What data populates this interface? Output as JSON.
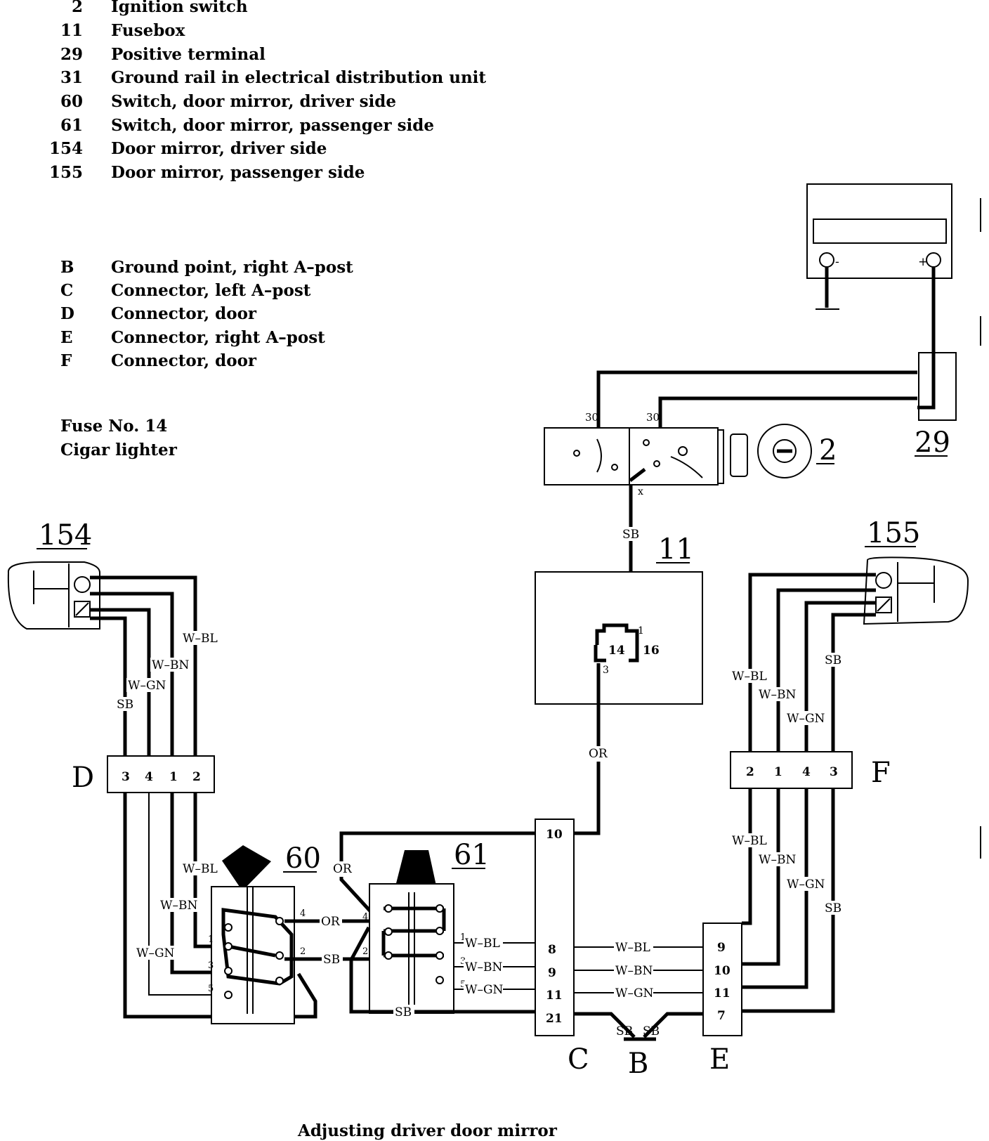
{
  "legend_components": [
    {
      "id": "2",
      "label": "Ignition switch"
    },
    {
      "id": "11",
      "label": "Fusebox"
    },
    {
      "id": "29",
      "label": "Positive terminal"
    },
    {
      "id": "31",
      "label": "Ground rail in electrical distribution unit"
    },
    {
      "id": "60",
      "label": "Switch, door mirror, driver side"
    },
    {
      "id": "61",
      "label": "Switch, door mirror, passenger side"
    },
    {
      "id": "154",
      "label": "Door mirror, driver side"
    },
    {
      "id": "155",
      "label": "Door mirror, passenger side"
    }
  ],
  "legend_connectors": [
    {
      "id": "B",
      "label": "Ground point, right A–post"
    },
    {
      "id": "C",
      "label": "Connector, left A–post"
    },
    {
      "id": "D",
      "label": "Connector, door"
    },
    {
      "id": "E",
      "label": "Connector, right A–post"
    },
    {
      "id": "F",
      "label": "Connector, door"
    }
  ],
  "fuse": {
    "line1": "Fuse No. 14",
    "line2": "Cigar lighter"
  },
  "diagram_title": "Adjusting driver door mirror",
  "component_tags": {
    "c2": "2",
    "c11": "11",
    "c29": "29",
    "c60": "60",
    "c61": "61",
    "c154": "154",
    "c155": "155",
    "cB": "B",
    "cC": "C",
    "cD": "D",
    "cE": "E",
    "cF": "F"
  },
  "battery": {
    "minus": "-",
    "plus": "+"
  },
  "terminal_labels": {
    "t30a": "30",
    "t30b": "30",
    "tx": "x"
  },
  "fusebox": {
    "fuse_left": "14",
    "fuse_right": "16",
    "pin_in": "1",
    "pin_out": "3"
  },
  "wire_colors": {
    "SB": "SB",
    "OR": "OR",
    "W_BL": "W–BL",
    "W_BN": "W–BN",
    "W_GN": "W–GN"
  },
  "connector_D_pins": [
    "3",
    "4",
    "1",
    "2"
  ],
  "connector_F_pins": [
    "2",
    "1",
    "4",
    "3"
  ],
  "connector_C_pins": [
    "10",
    "8",
    "9",
    "11",
    "21"
  ],
  "connector_E_pins": [
    "9",
    "10",
    "11",
    "7"
  ],
  "switch60_pins": [
    "4",
    "1",
    "2",
    "3",
    "5"
  ],
  "switch61_pins": [
    "4",
    "1",
    "2",
    "3",
    "5"
  ]
}
